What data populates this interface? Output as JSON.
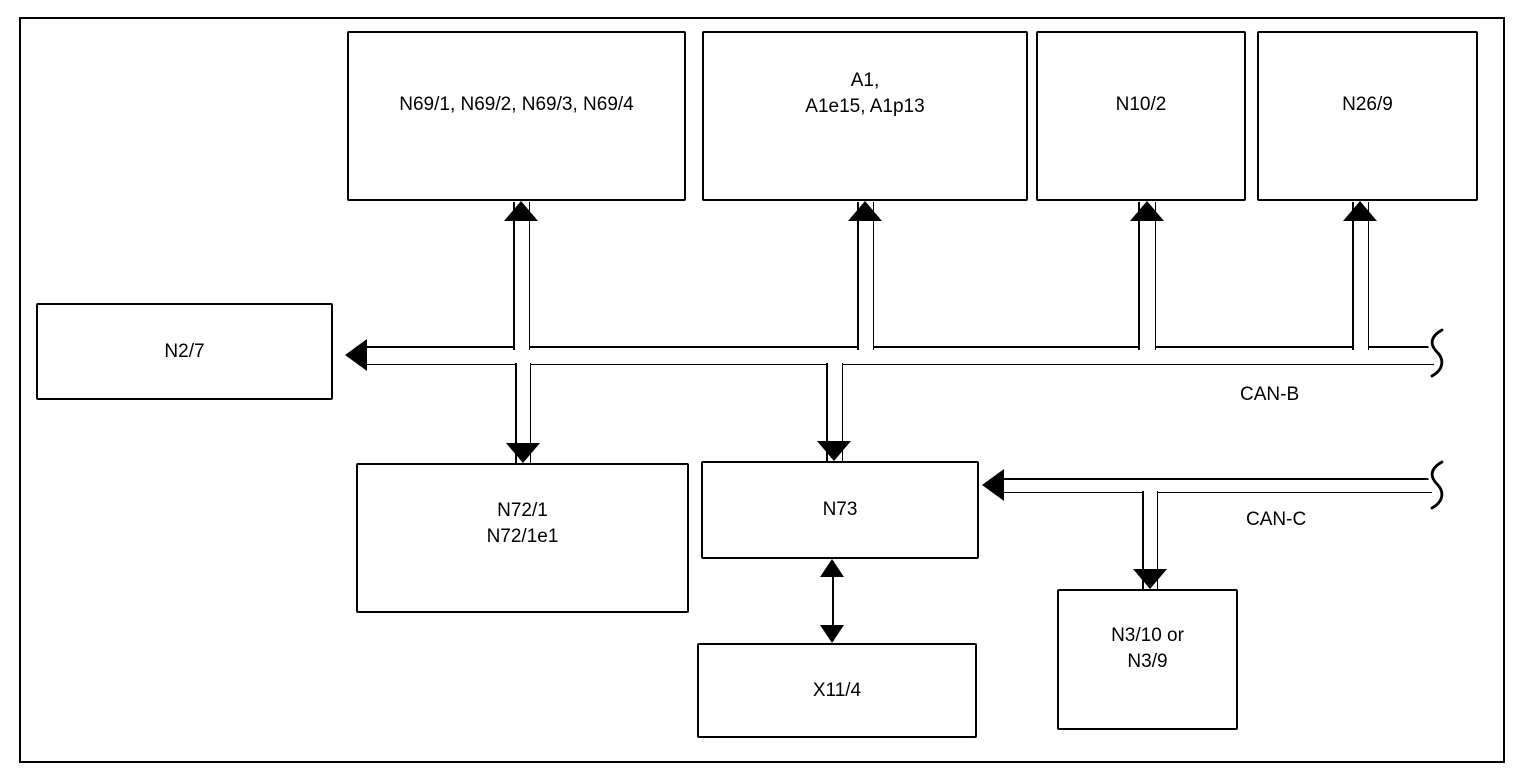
{
  "diagram": {
    "type": "network-bus-diagram",
    "colors": {
      "line": "#000000",
      "background": "#ffffff"
    },
    "nodes": {
      "n69": {
        "label": "N69/1, N69/2, N69/3, N69/4"
      },
      "a1": {
        "label": "A1,\nA1e15, A1p13"
      },
      "n10_2": {
        "label": "N10/2"
      },
      "n26_9": {
        "label": "N26/9"
      },
      "n2_7": {
        "label": "N2/7"
      },
      "n72_1": {
        "label": "N72/1\nN72/1e1"
      },
      "n73": {
        "label": "N73"
      },
      "n3": {
        "label": "N3/10 or\nN3/9"
      },
      "x11_4": {
        "label": "X11/4"
      }
    },
    "buses": {
      "can_b": {
        "label": "CAN-B"
      },
      "can_c": {
        "label": "CAN-C"
      }
    }
  }
}
